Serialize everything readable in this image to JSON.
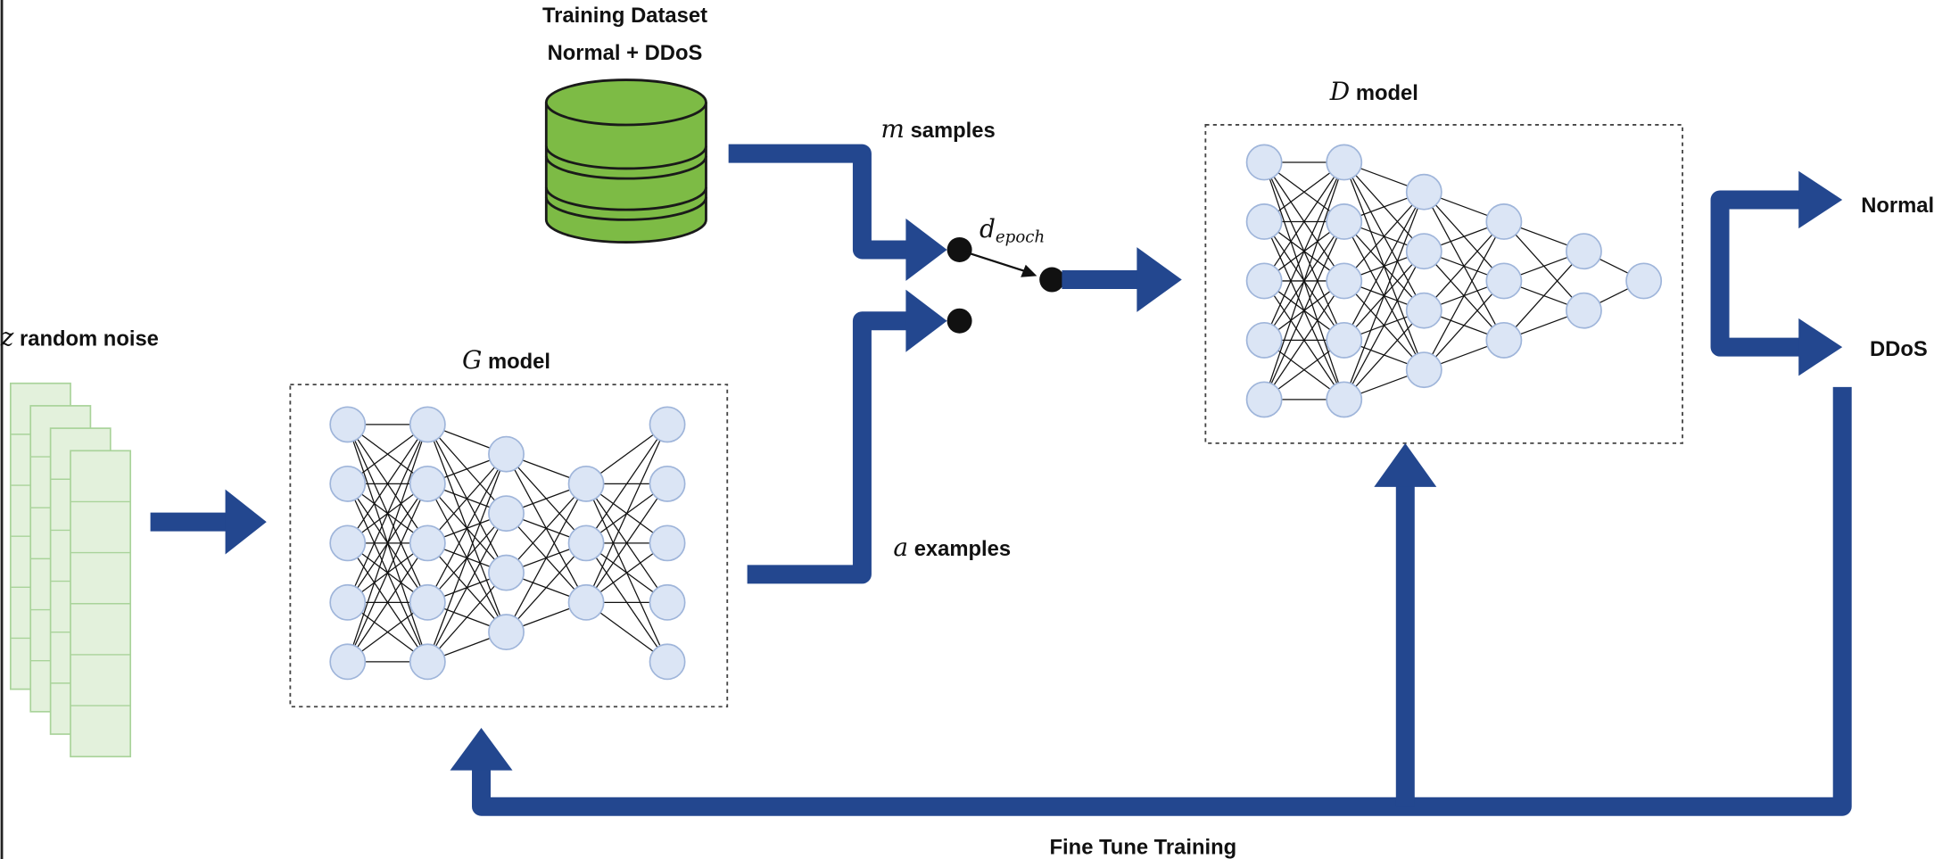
{
  "dataset": {
    "title_line1": "Training Dataset",
    "title_line2": "Normal + DDoS"
  },
  "noise": {
    "symbol": "z",
    "label": " random noise"
  },
  "generator": {
    "symbol": "G",
    "label": " model",
    "layers": [
      5,
      5,
      4,
      3,
      5
    ]
  },
  "discriminator": {
    "symbol": "D",
    "label": " model",
    "layers": [
      5,
      5,
      4,
      3,
      2,
      1
    ]
  },
  "real_samples": {
    "symbol": "m",
    "label": " samples"
  },
  "fake_examples": {
    "symbol": "a",
    "label": " examples"
  },
  "switch": {
    "symbol": "d",
    "subscript": "epoch"
  },
  "outputs": {
    "normal": "Normal",
    "ddos": "DDoS"
  },
  "feedback": {
    "label": "Fine Tune Training"
  },
  "colors": {
    "arrow": "#23478f",
    "database": "#7dbb45",
    "node": "#dbe5f5",
    "noise": "#e3f1dc"
  }
}
